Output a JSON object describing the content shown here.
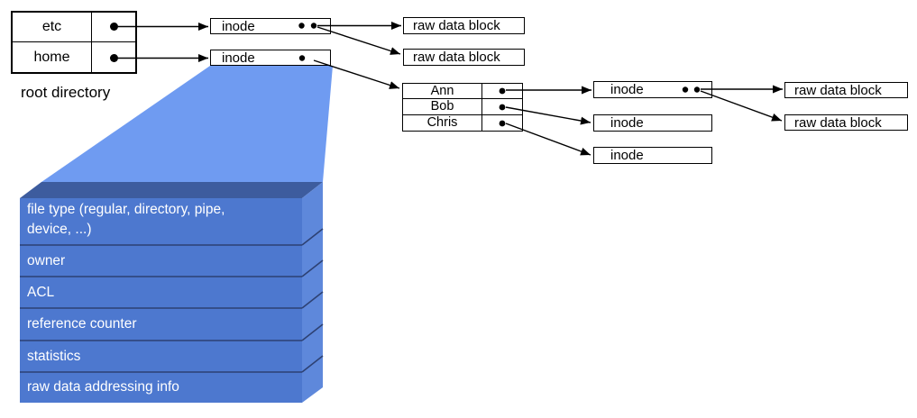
{
  "colors": {
    "funnel": "#6F9BF1",
    "stack_front": "#4D78CF",
    "stack_top": "#3D5C9E",
    "stack_side": "#5E88DB",
    "stack_separator": "#2D4173"
  },
  "root_directory": {
    "caption": "root directory",
    "entries": [
      {
        "name": "etc"
      },
      {
        "name": "home"
      }
    ]
  },
  "labels": {
    "inode": "inode",
    "raw_data_block": "raw data block"
  },
  "home_directory": {
    "entries": [
      {
        "name": "Ann"
      },
      {
        "name": "Bob"
      },
      {
        "name": "Chris"
      }
    ]
  },
  "inode_detail": {
    "rows": [
      "file type (regular, directory, pipe, device, ...)",
      "owner",
      "ACL",
      "reference counter",
      "statistics",
      "raw data addressing info"
    ]
  }
}
